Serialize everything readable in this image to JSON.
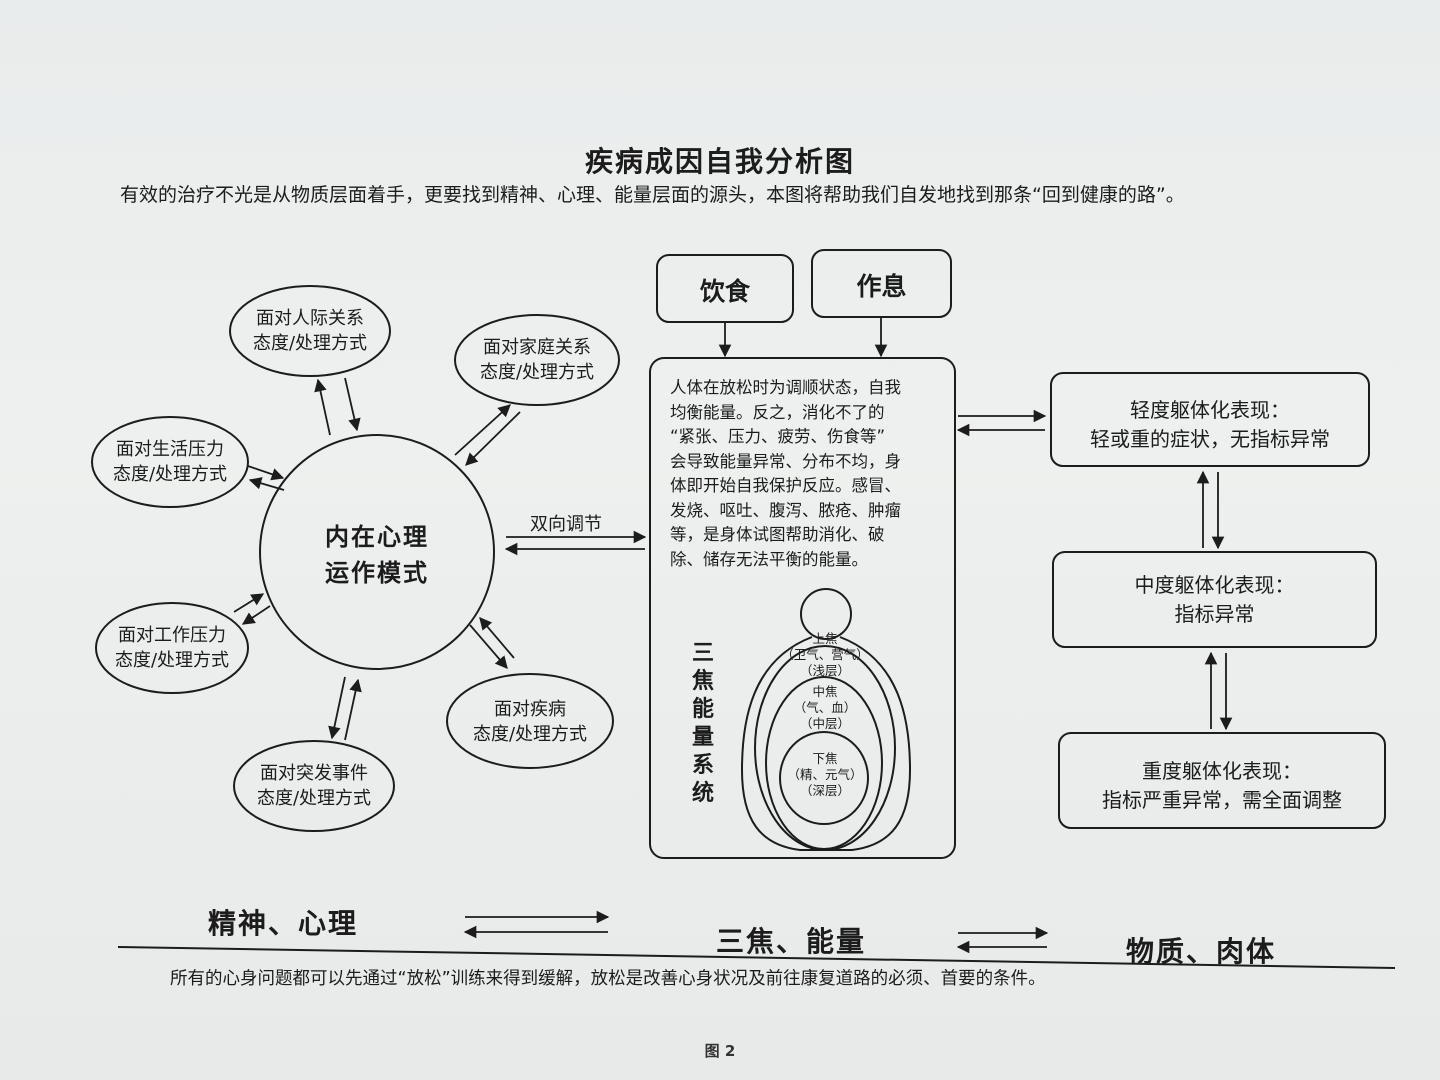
{
  "title": "疾病成因自我分析图",
  "subtitle": "有效的治疗不光是从物质层面着手，更要找到精神、心理、能量层面的源头，本图将帮助我们自发地找到那条“回到健康的路”。",
  "center_circle": {
    "line1": "内在心理",
    "line2": "运作模式"
  },
  "ovals": {
    "interpersonal": {
      "line1": "面对人际关系",
      "line2": "态度/处理方式"
    },
    "family": {
      "line1": "面对家庭关系",
      "line2": "态度/处理方式"
    },
    "life_pressure": {
      "line1": "面对生活压力",
      "line2": "态度/处理方式"
    },
    "work_pressure": {
      "line1": "面对工作压力",
      "line2": "态度/处理方式"
    },
    "emergency": {
      "line1": "面对突发事件",
      "line2": "态度/处理方式"
    },
    "disease": {
      "line1": "面对疾病",
      "line2": "态度/处理方式"
    }
  },
  "bidirectional_label": "双向调节",
  "top_boxes": {
    "diet": "饮食",
    "rest": "作息"
  },
  "middle_paragraph": [
    "人体在放松时为调顺状态，自我",
    "均衡能量。反之，消化不了的",
    "“紧张、压力、疲劳、伤食等”",
    "会导致能量异常、分布不均，身",
    "体即开始自我保护反应。感冒、",
    "发烧、呕吐、腹泻、脓疮、肿瘤",
    "等，是身体试图帮助消化、破",
    "除、储存无法平衡的能量。"
  ],
  "sanjiao_label": [
    "三",
    "焦",
    "能",
    "量",
    "系",
    "统"
  ],
  "figure_layers": {
    "upper": [
      "上焦",
      "（卫气、营气）",
      "（浅层）"
    ],
    "middle": [
      "中焦",
      "（气、血）",
      "（中层）"
    ],
    "lower": [
      "下焦",
      "（精、元气）",
      "（深层）"
    ]
  },
  "right_boxes": {
    "mild": {
      "line1": "轻度躯体化表现：",
      "line2": "轻或重的症状，无指标异常"
    },
    "moderate": {
      "line1": "中度躯体化表现：",
      "line2": "指标异常"
    },
    "severe": {
      "line1": "重度躯体化表现：",
      "line2": "指标严重异常，需全面调整"
    }
  },
  "bottom_words": {
    "mind": "精神、心理",
    "energy": "三焦、能量",
    "body": "物质、肉体"
  },
  "footer": "所有的心身问题都可以先通过“放松”训练来得到缓解，放松是改善心身状况及前往康复道路的必须、首要的条件。",
  "figure_number": "图 2",
  "colors": {
    "ink": "#1c1c1c",
    "paper": "#eceeed"
  }
}
